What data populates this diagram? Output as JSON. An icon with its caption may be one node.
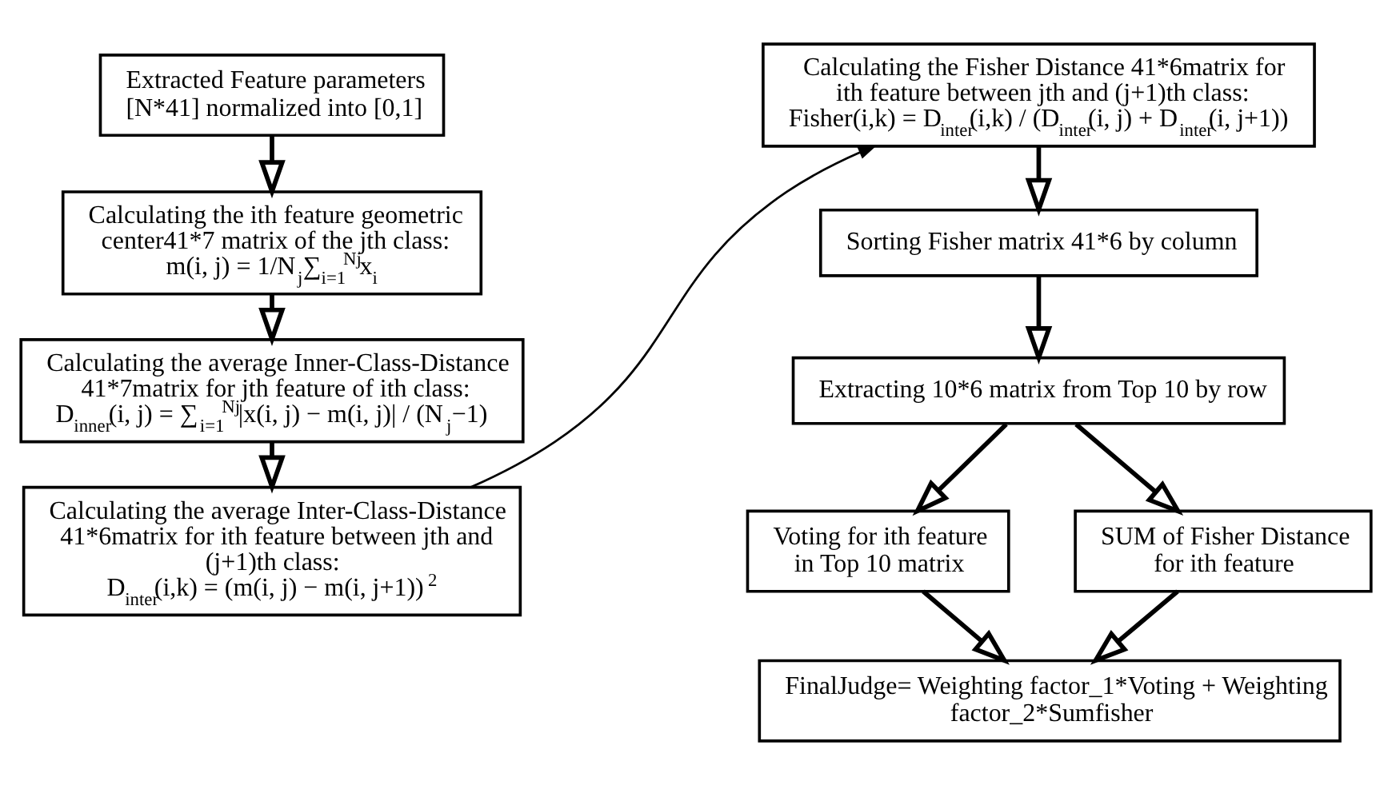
{
  "diagram": {
    "nodes": [
      {
        "text": [
          "Extracted Feature parameters [N*41] normalized into [0,1]"
        ]
      },
      {
        "text": [
          "Calculating the ith feature geometric center41*7 matrix of the jth class:",
          "m(i, j) = 1/N$_{j}$∑$_{i=1}$$^{Nj}$x$_{i}$"
        ]
      },
      {
        "text": [
          "Calculating the average Inner-Class-Distance 41*7matrix for jth feature of ith class:",
          "D$_{inner}$(i, j) = ∑$_{i=1}$$^{Nj}$|x(i, j) − m(i, j)| / (N$_{j}$−1)"
        ]
      },
      {
        "text": [
          "Calculating the average Inter-Class-Distance 41*6matrix for ith feature between jth and (j+1)th class:",
          "D$_{inter}$(i,k) = (m(i, j) − m(i, j+1))$^{2}$"
        ]
      },
      {
        "text": [
          "Calculating the Fisher Distance 41*6matrix for ith feature between jth and (j+1)th class:",
          "Fisher(i,k) = D$_{inter}$(i,k) / (D$_{inter}$(i, j) + D$_{inter}$(i, j+1))"
        ]
      },
      {
        "text": [
          "Sorting Fisher matrix 41*6 by column"
        ]
      },
      {
        "text": [
          "Extracting 10*6 matrix from Top 10 by row"
        ]
      },
      {
        "text": [
          "Voting for ith feature in Top 10 matrix"
        ]
      },
      {
        "text": [
          "SUM of Fisher Distance for ith feature"
        ]
      },
      {
        "text": [
          "FinalJudge= Weighting factor_1*Voting + Weighting factor_2*Sumfisher"
        ]
      }
    ],
    "edges": [
      {
        "from": 0,
        "to": 1,
        "arrow": "to"
      },
      {
        "from": 1,
        "to": 2,
        "arrow": "to"
      },
      {
        "from": 2,
        "to": 3,
        "arrow": "to"
      },
      {
        "from": 3,
        "to": 4,
        "arrow": "to"
      },
      {
        "from": 4,
        "to": 5,
        "arrow": "to"
      },
      {
        "from": 5,
        "to": 6,
        "arrow": "to"
      },
      {
        "from": 6,
        "to": 7,
        "arrow": "to"
      },
      {
        "from": 6,
        "to": 8,
        "arrow": "to"
      },
      {
        "from": 7,
        "to": 9,
        "arrow": "to"
      },
      {
        "from": 8,
        "to": 9,
        "arrow": "to"
      }
    ]
  }
}
